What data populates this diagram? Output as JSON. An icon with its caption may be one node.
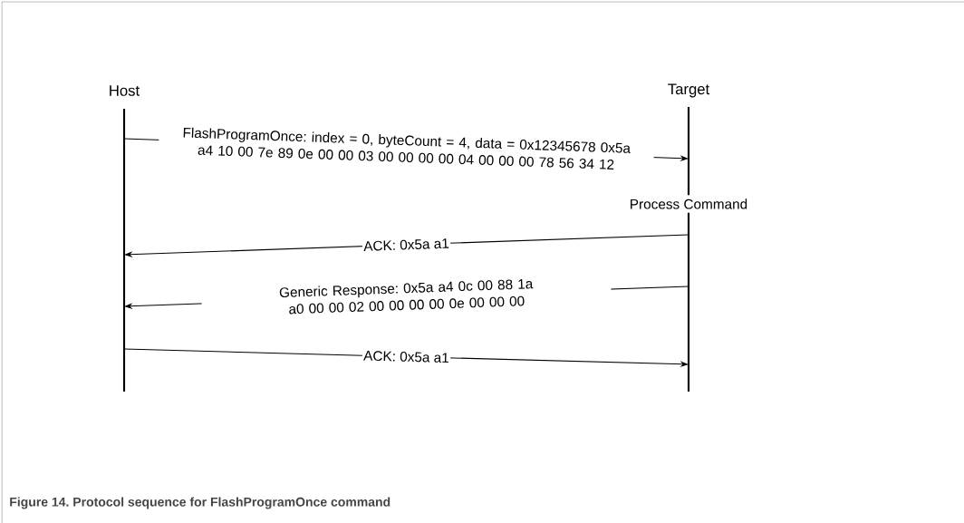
{
  "diagram": {
    "caption": "Figure 14.  Protocol sequence for FlashProgramOnce command",
    "nodes": [
      {
        "text": [
          "Host"
        ]
      },
      {
        "text": [
          "Target"
        ]
      }
    ],
    "edges": [
      {
        "from": 0,
        "to": 1,
        "arrow": "to",
        "label": "FlashProgramOnce: index = 0, byteCount = 4, data = 0x12345678 0x5a a4 10 00 7e 89 0e 00 00 03 00 00 00 00 04 00 00 00 78 56 34 12"
      },
      {
        "from": 1,
        "to": 0,
        "arrow": "to",
        "label": "ACK: 0x5a a1"
      },
      {
        "from": 1,
        "to": 0,
        "arrow": "to",
        "label": "Generic Response: 0x5a a4 0c 00 88 1a a0 00 00 02 00 00 00 00 0e 00 00 00"
      },
      {
        "from": 0,
        "to": 1,
        "arrow": "to",
        "label": "ACK: 0x5a a1"
      }
    ],
    "labels": [
      "Process Command"
    ]
  }
}
